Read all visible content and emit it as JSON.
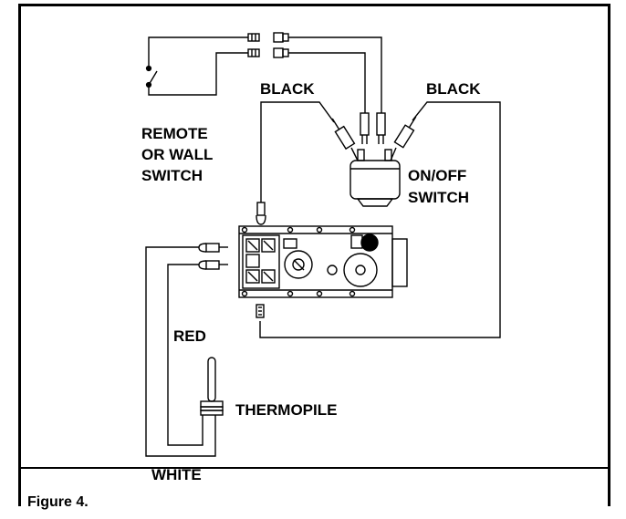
{
  "labels": {
    "black_left": "BLACK",
    "black_right": "BLACK",
    "remote_1": "REMOTE",
    "remote_2": "OR WALL",
    "remote_3": "SWITCH",
    "onoff_1": "ON/OFF",
    "onoff_2": "SWITCH",
    "red": "RED",
    "thermopile": "THERMOPILE",
    "white": "WHITE"
  },
  "caption": "Figure 4."
}
